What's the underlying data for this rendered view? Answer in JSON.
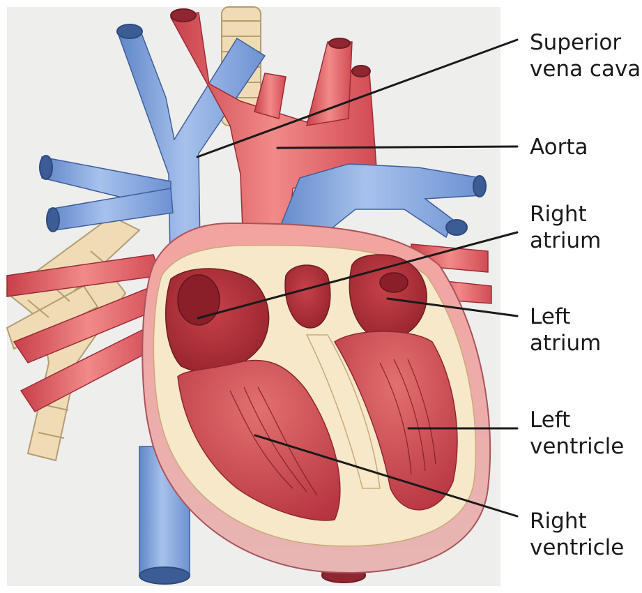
{
  "labels": {
    "superior_vena_cava": [
      "Superior",
      "vena cava"
    ],
    "aorta": [
      "Aorta"
    ],
    "right_atrium": [
      "Right",
      "atrium"
    ],
    "left_atrium": [
      "Left",
      "atrium"
    ],
    "left_ventricle": [
      "Left",
      "ventricle"
    ],
    "right_ventricle": [
      "Right",
      "ventricle"
    ]
  },
  "colors": {
    "background_panel": "#eeeeec",
    "vein_blue": "#7d9fd6",
    "vein_blue_light": "#a9c2ea",
    "artery_red": "#e0545c",
    "artery_red_light": "#f08a88",
    "muscle_dark": "#b8333d",
    "muscle_mid": "#d9636a",
    "muscle_light": "#ef9e98",
    "septum_cream": "#f6e8c8",
    "trachea_cream": "#efdcb4",
    "pericardium_pink": "#e9b5b3",
    "leader_line": "#1a1a1a"
  }
}
